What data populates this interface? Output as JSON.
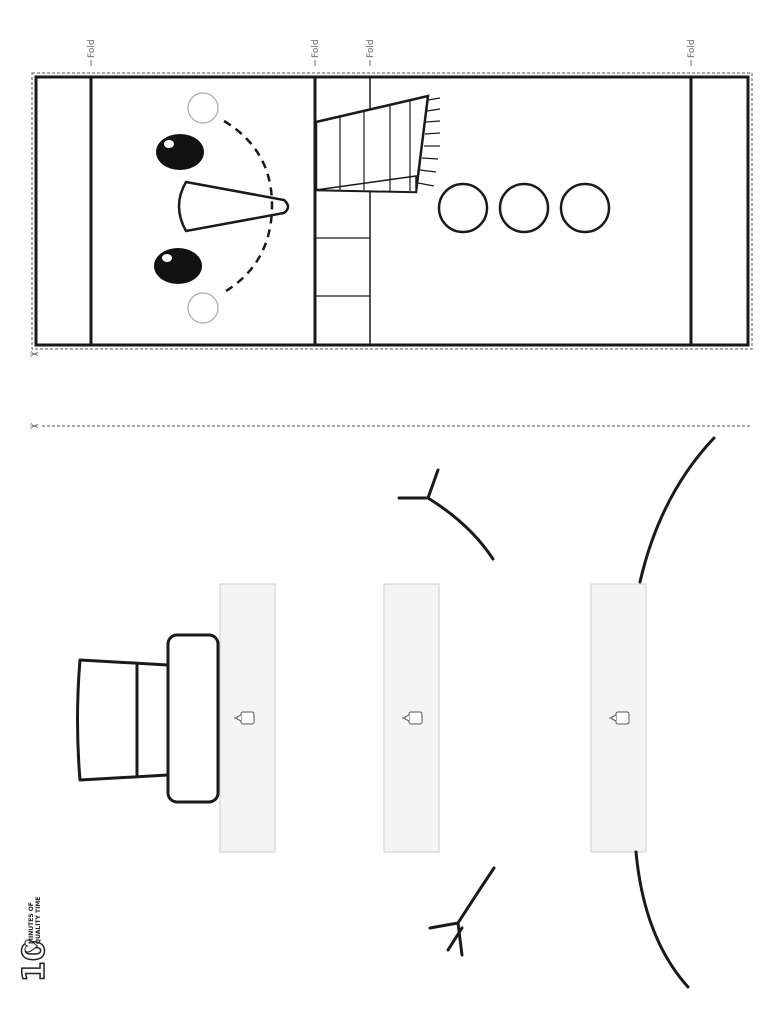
{
  "fold_label": "Fold",
  "cut_symbol": "✂",
  "brand": {
    "number": "10",
    "line1": "MINUTES OF",
    "line2": "QUALITY TIME"
  },
  "colors": {
    "line": "#1a1a1a",
    "dashed_border": "#555555",
    "glue_tab_fill": "#f4f4f4",
    "glue_tab_stroke": "#cccccc"
  },
  "icons": [
    "scissors-icon",
    "glue-bottle-icon",
    "heart-icon"
  ]
}
